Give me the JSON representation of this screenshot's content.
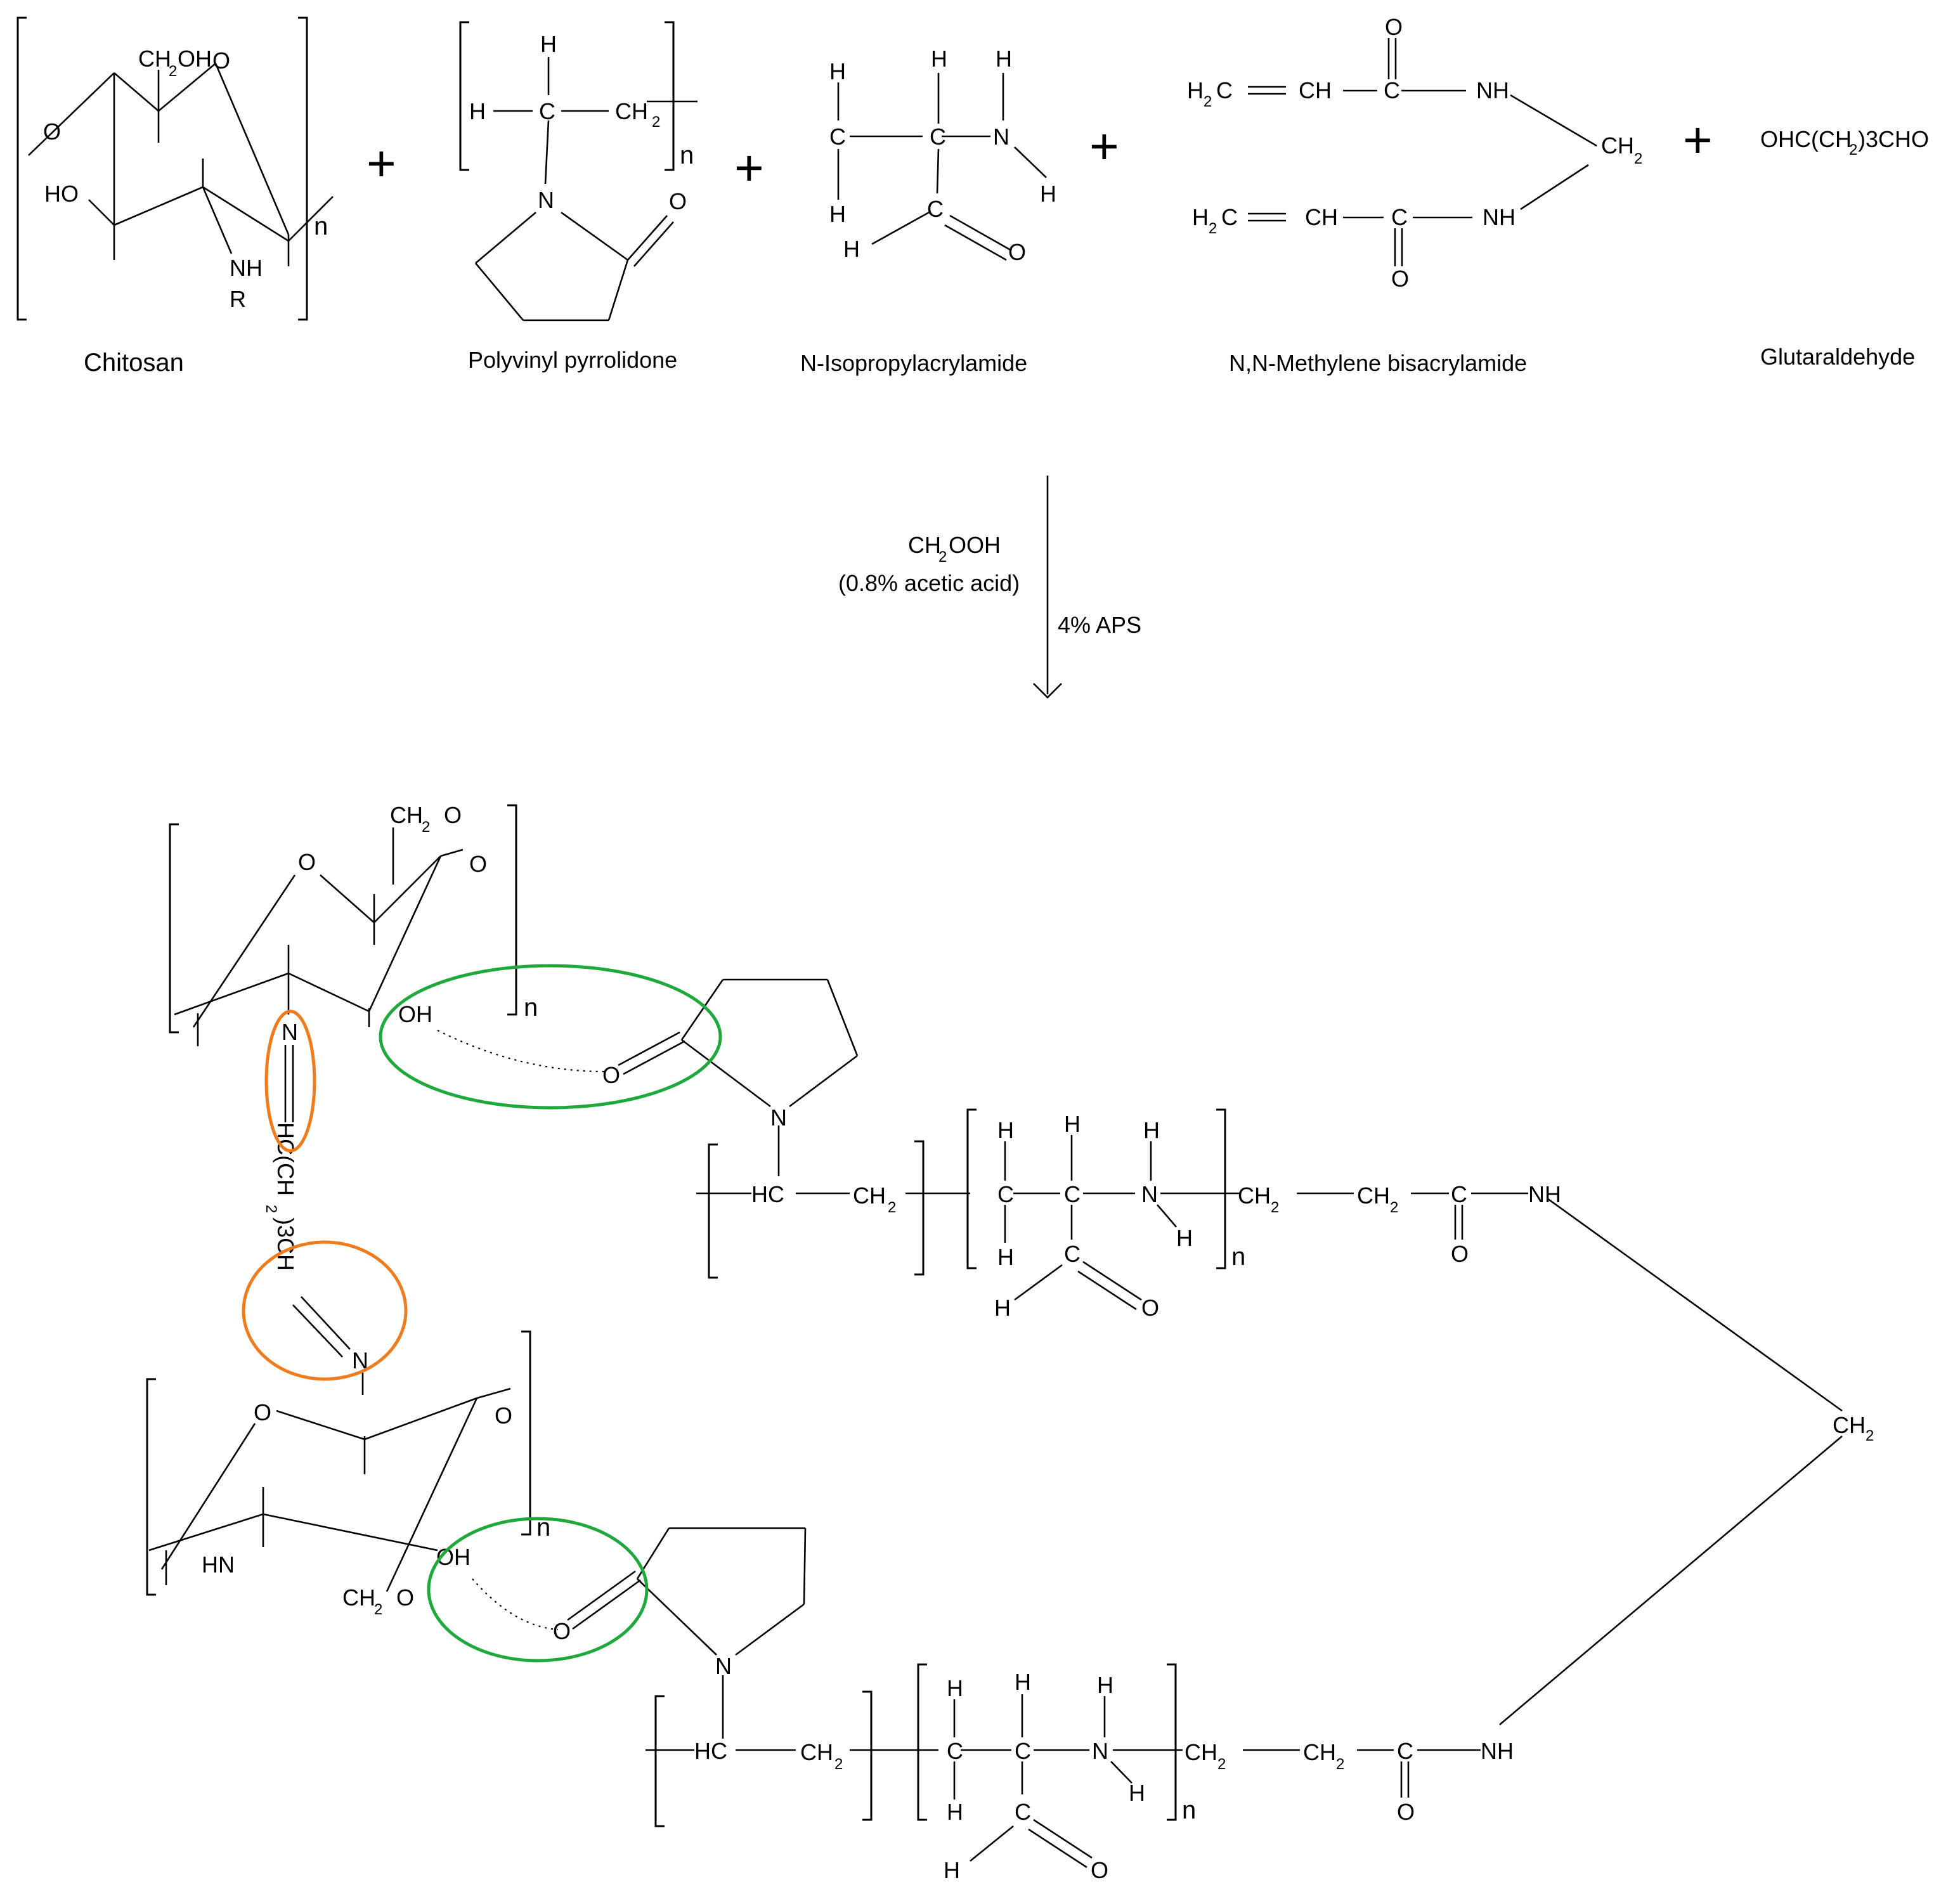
{
  "reactants": {
    "chitosan": {
      "name": "Chitosan",
      "ring_labels": [
        "CH",
        "2",
        "OH",
        "O",
        "O",
        "HO",
        "NH",
        "R",
        "n"
      ]
    },
    "pvp": {
      "name": "Polyvinyl pyrrolidone",
      "atom_labels": [
        "H",
        "H",
        "C",
        "CH",
        "2",
        "N",
        "O",
        "n"
      ]
    },
    "nipam": {
      "name": "N-Isopropylacrylamide",
      "atom_labels": [
        "H",
        "H",
        "H",
        "C",
        "C",
        "N",
        "H",
        "H",
        "H",
        "C",
        "O"
      ]
    },
    "mba": {
      "name": "N,N-Methylene bisacrylamide",
      "atom_labels": [
        "H",
        "2",
        "C",
        "CH",
        "C",
        "O",
        "NH",
        "CH",
        "2",
        "H",
        "2",
        "C",
        "CH",
        "C",
        "O",
        "NH"
      ]
    },
    "glutaraldehyde": {
      "name": "Glutaraldehyde",
      "formula_parts": [
        "OHC(CH",
        "2",
        ")3CHO"
      ]
    },
    "plus_sign": "+"
  },
  "conditions": {
    "solvent_parts": [
      "CH",
      "2",
      "OOH"
    ],
    "solvent_note": "(0.8% acetic acid)",
    "initiator": "4% APS"
  },
  "product": {
    "chitosan_labels": [
      "CH",
      "2",
      "O",
      "O",
      "O",
      "OH",
      "N",
      "n",
      "O",
      "O",
      "N",
      "HN",
      "CH",
      "2",
      "O",
      "OH",
      "n"
    ],
    "glutaraldehyde_link": [
      "HC(CH",
      "2",
      ")3CH"
    ],
    "pvp_labels": [
      "O",
      "N",
      "HC",
      "CH",
      "2",
      "O",
      "N",
      "HC",
      "CH",
      "2"
    ],
    "nipam_labels": [
      "H",
      "H",
      "H",
      "C",
      "C",
      "N",
      "H",
      "H",
      "C",
      "H",
      "O",
      "n"
    ],
    "mba_labels": [
      "CH",
      "2",
      "CH",
      "2",
      "C",
      "O",
      "NH",
      "CH",
      "2"
    ]
  },
  "highlight_colors": {
    "imine_bond": "#f07b1d",
    "hydrogen_bond": "#1fa83c"
  }
}
